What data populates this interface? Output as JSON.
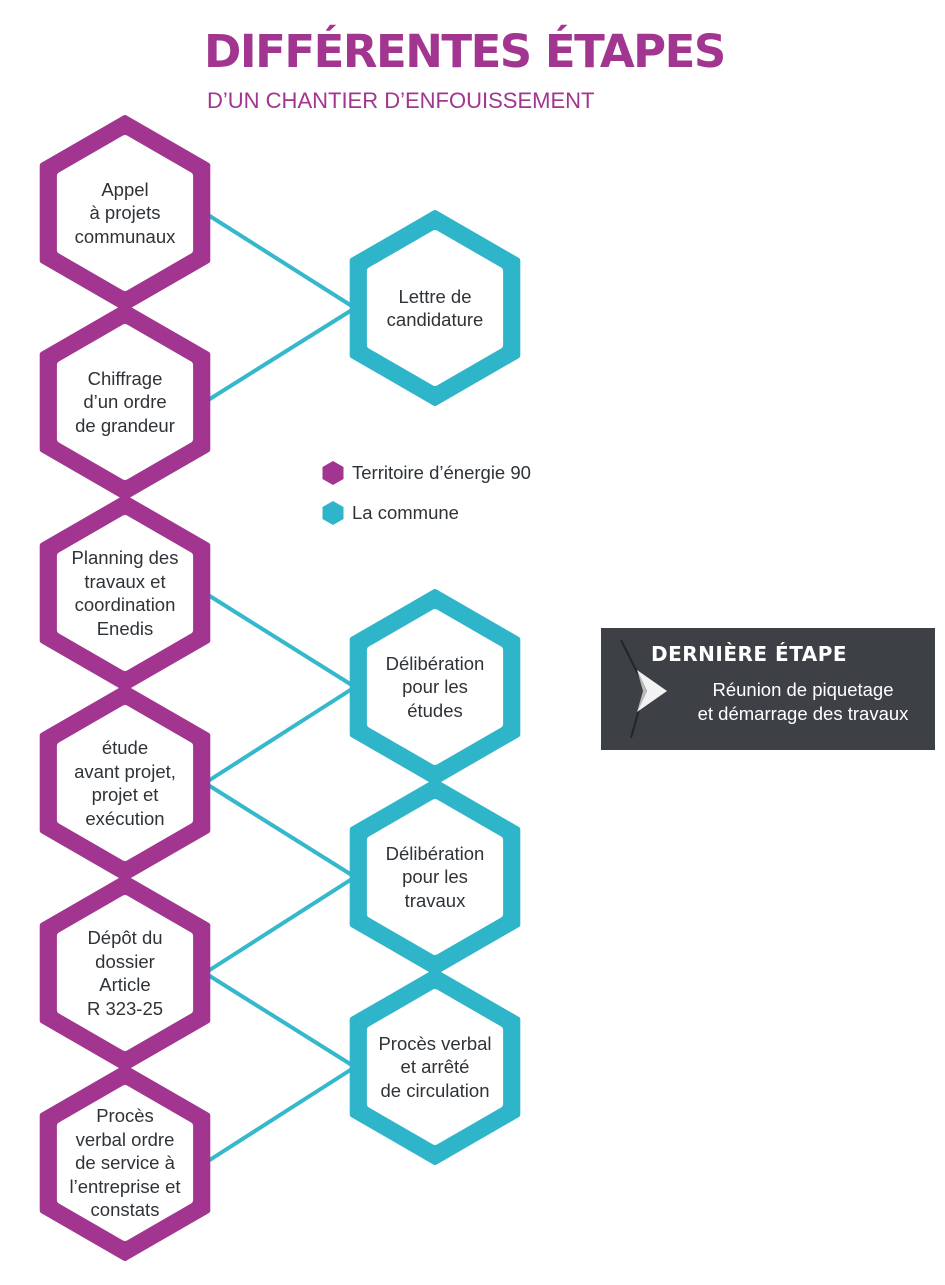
{
  "header": {
    "title": "DIFFÉRENTES ÉTAPES",
    "subtitle": "D’UN CHANTIER D’ENFOUISSEMENT"
  },
  "colors": {
    "territoire": "#a1358f",
    "commune": "#2fb5c9",
    "connector": "#35b8cb",
    "box": "#3d4044"
  },
  "steps_territoire": [
    {
      "label": "Appel\nà projets\ncommunaux"
    },
    {
      "label": "Chiffrage\nd’un ordre\nde grandeur"
    },
    {
      "label": "Planning des\ntravaux et\ncoordination\nEnedis"
    },
    {
      "label": "étude\navant projet,\nprojet et\nexécution"
    },
    {
      "label": "Dépôt du\ndossier\nArticle\nR 323-25"
    },
    {
      "label": "Procès\nverbal  ordre\nde service  à\nl’entreprise et\nconstats"
    }
  ],
  "steps_commune": [
    {
      "label": "Lettre de\ncandidature"
    },
    {
      "label": "Délibération\npour les\nétudes"
    },
    {
      "label": "Délibération\npour les\ntravaux"
    },
    {
      "label": "Procès verbal\net arrêté\nde circulation"
    }
  ],
  "legend": [
    {
      "label": "Territoire d’énergie 90",
      "icon": "hexagon-purple"
    },
    {
      "label": "La commune",
      "icon": "hexagon-teal"
    }
  ],
  "last_step": {
    "title": "DERNIÈRE ÉTAPE",
    "description": "Réunion de piquetage\net démarrage des travaux",
    "icon": "chevron-right-icon"
  }
}
